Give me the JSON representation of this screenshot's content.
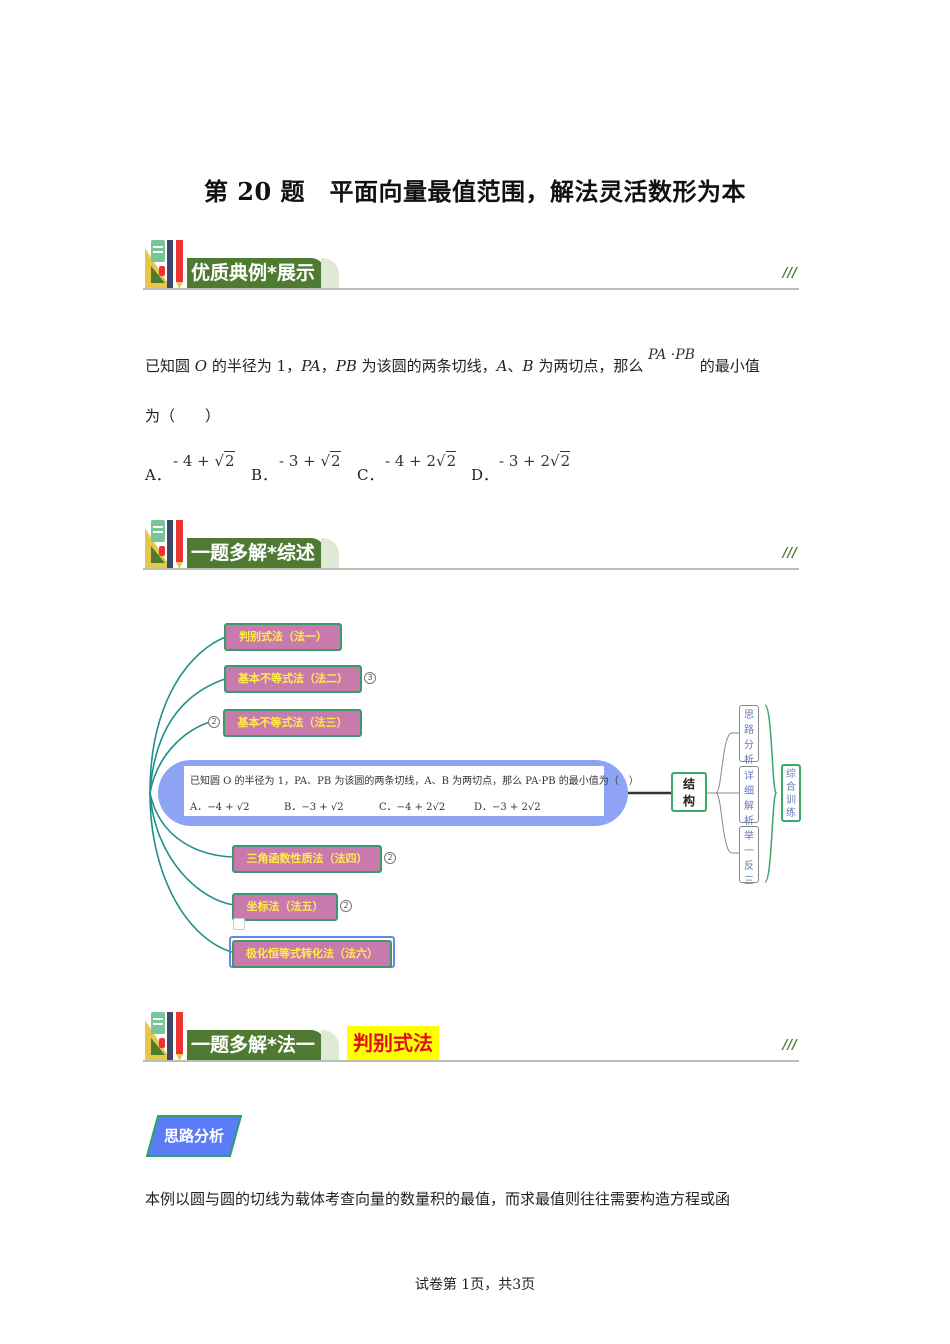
{
  "title": "第 20 题　平面向量最值范围，解法灵活数形为本",
  "sections": {
    "example": {
      "label": "优质典例*展示",
      "slashes": "///"
    },
    "overview": {
      "label": "一题多解*综述",
      "slashes": "///"
    },
    "method1": {
      "label": "一题多解*法一",
      "tag": "判别式法",
      "slashes": "///"
    }
  },
  "question": {
    "line1_pre": "已知圆 ",
    "O": "O",
    "line1_mid": " 的半径为 1，",
    "PA": "PA",
    "sep": "，",
    "PB": "PB",
    "line1_mid2": " 为该圆的两条切线，",
    "A": "A",
    "dun": "、",
    "B": "B",
    "line1_mid3": " 为两切点，那么 ",
    "expr": "PA ·PB",
    "line1_end": " 的最小值",
    "line2": "为（　　）",
    "options": [
      {
        "label": "A．",
        "value_pre": "- 4 + ",
        "coef": "",
        "rad": "2"
      },
      {
        "label": "B．",
        "value_pre": "- 3 + ",
        "coef": "",
        "rad": "2"
      },
      {
        "label": "C．",
        "value_pre": "- 4 + ",
        "coef": "2",
        "rad": "2"
      },
      {
        "label": "D．",
        "value_pre": "- 3 + ",
        "coef": "2",
        "rad": "2"
      }
    ]
  },
  "mindmap": {
    "methods": [
      {
        "label": "判别式法（法一）",
        "badge": ""
      },
      {
        "label": "基本不等式法（法二）",
        "badge": "3"
      },
      {
        "label": "基本不等式法（法三）",
        "badge": "2"
      },
      {
        "label": "三角函数性质法（法四）",
        "badge": "2"
      },
      {
        "label": "坐标法（法五）",
        "badge": "2"
      },
      {
        "label": "极化恒等式转化法（法六）",
        "badge": ""
      }
    ],
    "center": {
      "question": "已知圆 O 的半径为 1，PA、PB 为该圆的两条切线，A、B 为两切点，那么 PA·PB 的最小值为（　）",
      "options": [
        "A．−4 + √2",
        "B．−3 + √2",
        "C．−4 + 2√2",
        "D．−3 + 2√2"
      ]
    },
    "structure": "结构",
    "branches": [
      "思路分析",
      "详细解析",
      "举一反三"
    ],
    "combined": "综合训练",
    "colors": {
      "node_fill": "#c97aad",
      "node_text": "#ffee44",
      "node_border": "#3a9a6a",
      "connector": "#1f8f8a",
      "center_pill": "#8fa3f5"
    }
  },
  "analysis": {
    "tag": "思路分析",
    "text": "本例以圆与圆的切线为载体考查向量的数量积的最值，而求最值则往往需要构造方程或函"
  },
  "footer": "试卷第 1页，共3页"
}
